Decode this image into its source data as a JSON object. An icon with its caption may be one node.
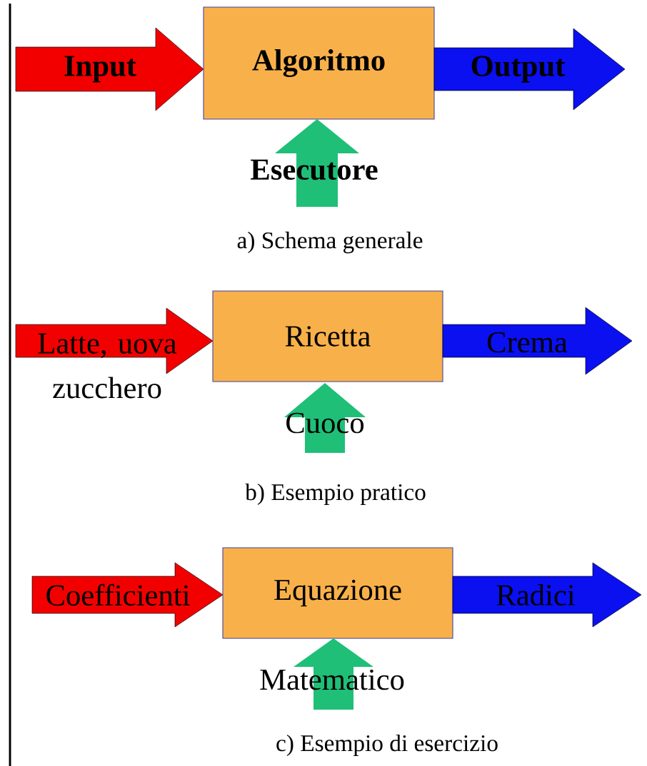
{
  "diagram": {
    "nodes": [
      {
        "text": [
          "Input"
        ]
      },
      {
        "text": [
          "Algoritmo"
        ]
      },
      {
        "text": [
          "Output"
        ]
      },
      {
        "text": [
          "Esecutore"
        ]
      },
      {
        "text": [
          "Latte, uova zucchero"
        ]
      },
      {
        "text": [
          "Ricetta"
        ]
      },
      {
        "text": [
          "Crema"
        ]
      },
      {
        "text": [
          "Cuoco"
        ]
      },
      {
        "text": [
          "Coefficienti"
        ]
      },
      {
        "text": [
          "Equazione"
        ]
      },
      {
        "text": [
          "Radici"
        ]
      },
      {
        "text": [
          "Matematico"
        ]
      }
    ],
    "labels": [
      "a) Schema generale",
      "b) Esempio pratico",
      "c) Esempio di esercizio"
    ]
  }
}
